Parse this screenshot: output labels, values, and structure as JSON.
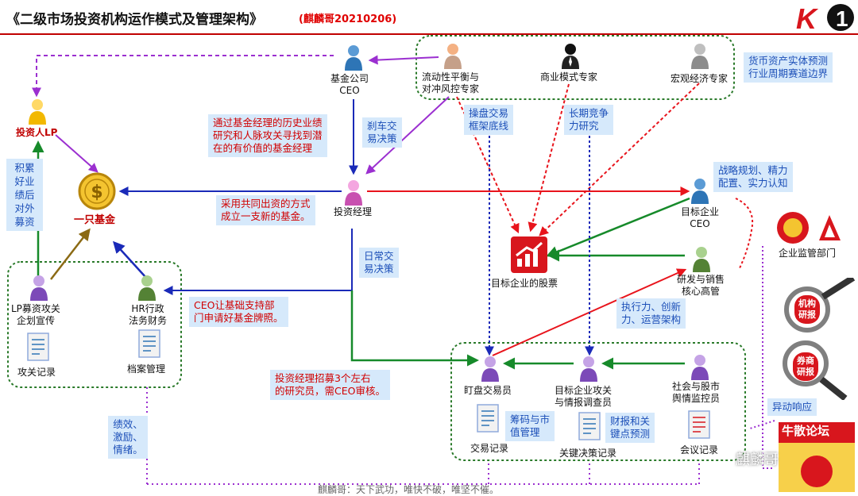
{
  "header": {
    "title": "《二级市场投资机构运作模式及管理架构》",
    "subtitle": "(麒麟哥20210206)"
  },
  "nodes": {
    "fund_ceo": "基金公司\nCEO",
    "liquidity_expert": "流动性平衡与\n对冲风控专家",
    "business_expert": "商业模式专家",
    "macro_expert": "宏观经济专家",
    "investor_lp": "投资人LP",
    "fund": "一只基金",
    "fund_manager": "投资经理",
    "target_ceo": "目标企业\nCEO",
    "target_stock": "目标企业的股票",
    "rd_sales": "研发与销售\n核心高管",
    "regulator": "企业监管部门",
    "lp_pr": "LP募资攻关\n企划宣传",
    "hr_admin": "HR行政\n法务财务",
    "attack_record": "攻关记录",
    "archive": "档案管理",
    "trader": "盯盘交易员",
    "investigator": "目标企业攻关\n与情报调查员",
    "sentiment": "社会与股市\n舆情监控员",
    "trade_record": "交易记录",
    "decision_record": "关键决策记录",
    "meeting_record": "会议记录"
  },
  "notes": {
    "cycle": "货币资产实体预测\n行业周期赛道边界",
    "find_target": "通过基金经理的历史业绩\n研究和人脉攻关寻找到潜\n在的有价值的基金经理",
    "brake": "刹车交\n易决策",
    "frame": "操盘交易\n框架底线",
    "long_term": "长期竞争\n力研究",
    "strategy": "战略规划、精力\n配置、实力认知",
    "accumulate": "积累好业绩后对外募资",
    "co_invest": "采用共同出资的方式\n成立一支新的基金。",
    "daily": "日常交\n易决策",
    "ceo_support": "CEO让基础支持部\n门申请好基金牌照。",
    "execution": "执行力、创新\n力、运营架构",
    "recruit": "投资经理招募3个左右\n的研究员，需CEO审核。",
    "chips": "筹码与市\n值管理",
    "report": "财报和关\n键点预测",
    "anomaly": "异动响应",
    "kpi": "绩效、激励、情绪。"
  },
  "badges": {
    "broker_report": "券商研报",
    "institution_report": "机构研报",
    "forum": "牛散论坛"
  },
  "footer": {
    "motto": "麒麟哥：天下武功，唯快不破，唯坚不催。",
    "wechat": "麒麟哥"
  },
  "colors": {
    "red_arrow": "#e8141c",
    "blue_arrow": "#1a2ab8",
    "green_arrow": "#168a2a",
    "purple_arrow": "#9b2fd0",
    "brown_arrow": "#8b6a14",
    "group_border": "#2a7a2a",
    "note_bg": "#d6e9fb"
  }
}
